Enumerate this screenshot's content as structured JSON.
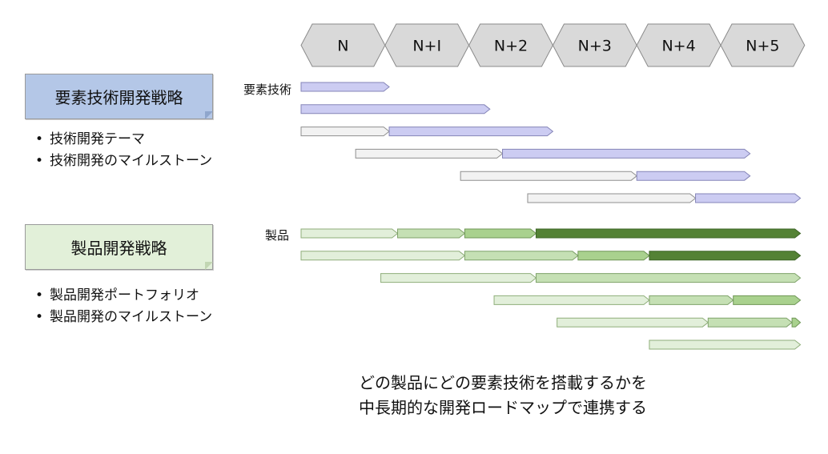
{
  "timeline": [
    "N",
    "N+Ι",
    "N+2",
    "N+3",
    "N+4",
    "N+5"
  ],
  "tech_strategy": {
    "title": "要素技術開発戦略",
    "bullets": [
      "技術開発テーマ",
      "技術開発のマイルストーン"
    ]
  },
  "product_strategy": {
    "title": "製品開発戦略",
    "bullets": [
      "製品開発ポートフォリオ",
      "製品開発のマイルストーン"
    ]
  },
  "tech_label": "要素技術",
  "product_label": "製品",
  "footer": {
    "line1": "どの製品にどの要素技術を搭載するかを",
    "line2": "中長期的な開発ロードマップで連携する"
  },
  "colors": {
    "tech_box": "#b4c7e7",
    "product_box": "#e2f0d9",
    "timeline_fill": "#d9d9d9",
    "tech_bar": "#ccccf2",
    "neutral_bar": "#f2f2f2",
    "green_light": "#e2efda",
    "green_mid": "#c5e0b4",
    "green_mid2": "#a9d18e",
    "green_dark": "#548235"
  },
  "tech_rows": [
    [
      {
        "start": 0,
        "end": 1.05,
        "tone": "tech"
      }
    ],
    [
      {
        "start": 0,
        "end": 2.25,
        "tone": "tech"
      }
    ],
    [
      {
        "start": 0,
        "end": 1.05,
        "tone": "neutral"
      },
      {
        "start": 1.05,
        "end": 3.0,
        "tone": "tech"
      }
    ],
    [
      {
        "start": 0.65,
        "end": 2.4,
        "tone": "neutral"
      },
      {
        "start": 2.4,
        "end": 5.35,
        "tone": "tech"
      }
    ],
    [
      {
        "start": 1.9,
        "end": 4.0,
        "tone": "neutral"
      },
      {
        "start": 4.0,
        "end": 5.35,
        "tone": "tech"
      }
    ],
    [
      {
        "start": 2.7,
        "end": 4.7,
        "tone": "neutral"
      },
      {
        "start": 4.7,
        "end": 5.95,
        "tone": "tech"
      }
    ]
  ],
  "product_rows": [
    [
      {
        "start": 0,
        "end": 1.15,
        "tone": "green_light"
      },
      {
        "start": 1.15,
        "end": 1.95,
        "tone": "green_mid"
      },
      {
        "start": 1.95,
        "end": 2.8,
        "tone": "green_mid2"
      },
      {
        "start": 2.8,
        "end": 5.95,
        "tone": "green_dark"
      }
    ],
    [
      {
        "start": 0,
        "end": 1.95,
        "tone": "green_light"
      },
      {
        "start": 1.95,
        "end": 3.3,
        "tone": "green_mid"
      },
      {
        "start": 3.3,
        "end": 4.15,
        "tone": "green_mid2"
      },
      {
        "start": 4.15,
        "end": 5.95,
        "tone": "green_dark"
      }
    ],
    [
      {
        "start": 0.95,
        "end": 2.8,
        "tone": "green_light"
      },
      {
        "start": 2.8,
        "end": 5.95,
        "tone": "green_mid"
      }
    ],
    [
      {
        "start": 2.3,
        "end": 4.15,
        "tone": "green_light"
      },
      {
        "start": 4.15,
        "end": 5.15,
        "tone": "green_mid"
      },
      {
        "start": 5.15,
        "end": 5.95,
        "tone": "green_mid2"
      }
    ],
    [
      {
        "start": 3.05,
        "end": 4.85,
        "tone": "green_light"
      },
      {
        "start": 4.85,
        "end": 5.85,
        "tone": "green_mid"
      },
      {
        "start": 5.85,
        "end": 5.95,
        "tone": "green_mid2"
      }
    ],
    [
      {
        "start": 4.15,
        "end": 5.95,
        "tone": "green_light"
      }
    ]
  ]
}
